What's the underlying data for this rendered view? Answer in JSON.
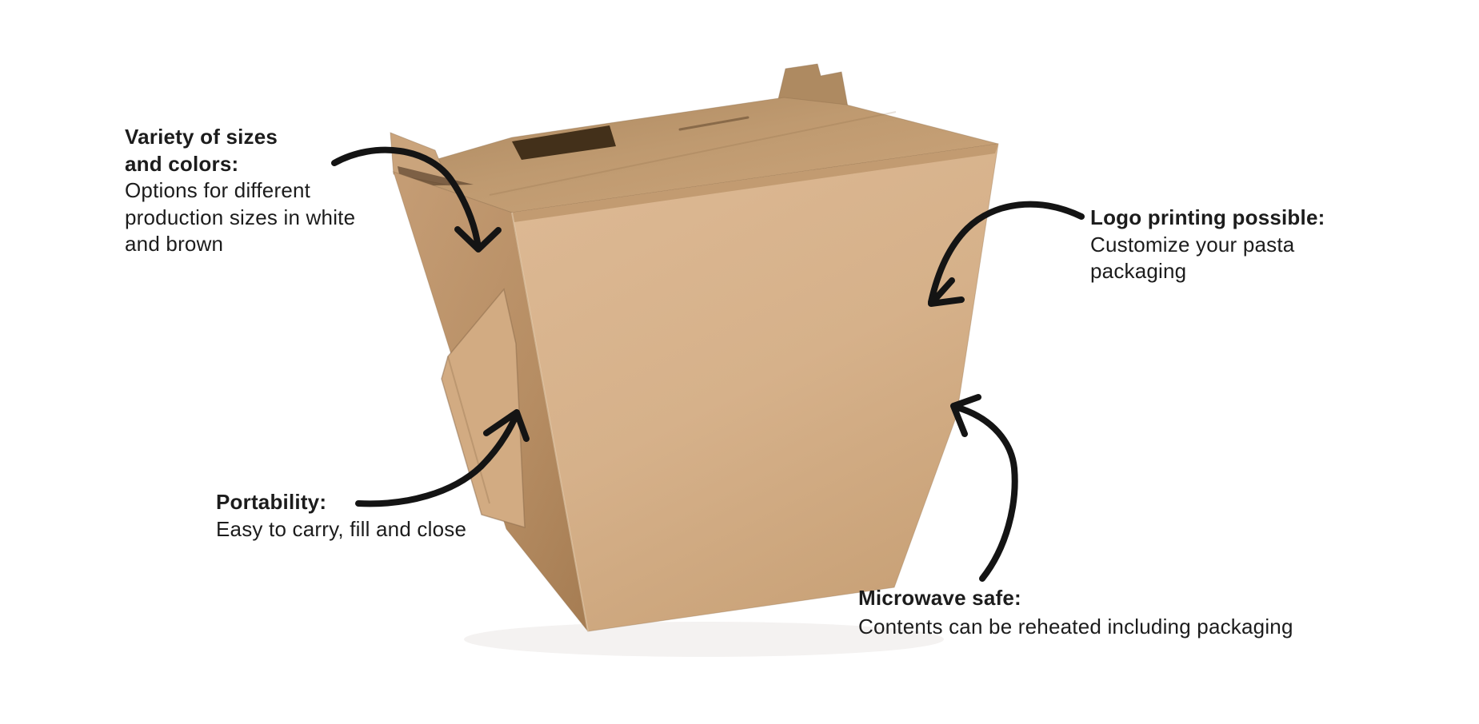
{
  "figure": {
    "title": "Kraft takeout pasta box feature diagram",
    "background_color": "#ffffff",
    "text_color": "#1c1c1c",
    "arrow_color": "#141414",
    "kraft_front_color": "#d6b28c",
    "kraft_side_color": "#bd9569",
    "kraft_top_color": "#c49d74"
  },
  "annotations": {
    "variety": {
      "heading_lines": [
        "Variety of sizes",
        "and colors:"
      ],
      "body_lines": [
        "Options for different",
        "production sizes in white",
        "and brown"
      ]
    },
    "logo": {
      "heading_lines": [
        "Logo printing possible:"
      ],
      "body_lines": [
        "Customize your pasta",
        "packaging"
      ]
    },
    "portability": {
      "heading_lines": [
        "Portability:"
      ],
      "body_lines": [
        "Easy to carry, fill and close"
      ]
    },
    "microwave": {
      "heading_lines": [
        "Microwave safe:"
      ],
      "body_lines": [
        "Contents can be reheated including packaging"
      ]
    }
  }
}
